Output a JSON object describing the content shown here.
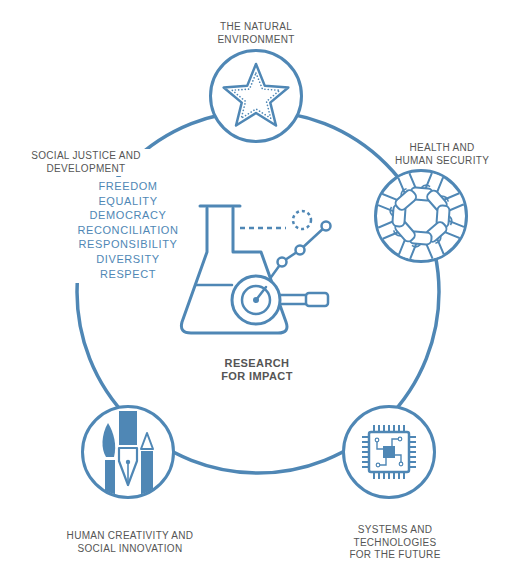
{
  "diagram": {
    "nodes": [
      {
        "text": [
          "RESEARCH FOR IMPACT"
        ]
      },
      {
        "text": [
          "THE NATURAL ENVIRONMENT"
        ]
      },
      {
        "text": [
          "HEALTH AND HUMAN SECURITY"
        ]
      },
      {
        "text": [
          "SYSTEMS AND TECHNOLOGIES FOR THE FUTURE"
        ]
      },
      {
        "text": [
          "HUMAN CREATIVITY AND SOCIAL INNOVATION"
        ]
      }
    ],
    "labels": [
      "SOCIAL JUSTICE AND DEVELOPMENT",
      "FREEDOM",
      "EQUALITY",
      "DEMOCRACY",
      "RECONCILIATION",
      "RESPONSIBILITY",
      "DIVERSITY",
      "RESPECT"
    ]
  }
}
